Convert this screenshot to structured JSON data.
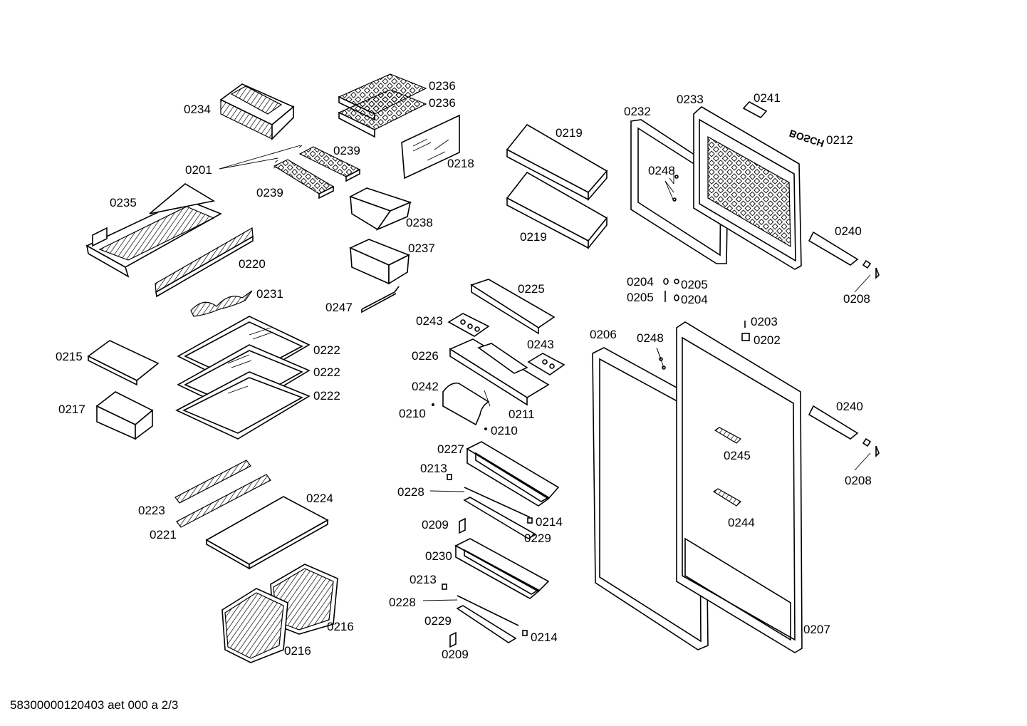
{
  "footer_code": "58300000120403 aet 000 a 2/3",
  "brand_text": "BOSCH",
  "labels": {
    "l0234": "0234",
    "l0236a": "0236",
    "l0236b": "0236",
    "l0218": "0218",
    "l0201": "0201",
    "l0239a": "0239",
    "l0239b": "0239",
    "l0235": "0235",
    "l0238": "0238",
    "l0237": "0237",
    "l0220": "0220",
    "l0231": "0231",
    "l0247": "0247",
    "l0219a": "0219",
    "l0219b": "0219",
    "l0232": "0232",
    "l0233": "0233",
    "l0241": "0241",
    "l0212": "0212",
    "l0248a": "0248",
    "l0240a": "0240",
    "l0208a": "0208",
    "l0204a": "0204",
    "l0205a": "0205",
    "l0205b": "0205",
    "l0204b": "0204",
    "l0225": "0225",
    "l0243a": "0243",
    "l0243b": "0243",
    "l0226": "0226",
    "l0242": "0242",
    "l0210a": "0210",
    "l0211": "0211",
    "l0210b": "0210",
    "l0206": "0206",
    "l0248b": "0248",
    "l0203": "0203",
    "l0202": "0202",
    "l0240b": "0240",
    "l0208b": "0208",
    "l0245": "0245",
    "l0244": "0244",
    "l0207": "0207",
    "l0215": "0215",
    "l0217": "0217",
    "l0222a": "0222",
    "l0222b": "0222",
    "l0222c": "0222",
    "l0227": "0227",
    "l0213a": "0213",
    "l0228a": "0228",
    "l0214a": "0214",
    "l0209a": "0209",
    "l0229a": "0229",
    "l0230": "0230",
    "l0213b": "0213",
    "l0228b": "0228",
    "l0229b": "0229",
    "l0214b": "0214",
    "l0209b": "0209",
    "l0224": "0224",
    "l0223": "0223",
    "l0221": "0221",
    "l0216a": "0216",
    "l0216b": "0216"
  }
}
